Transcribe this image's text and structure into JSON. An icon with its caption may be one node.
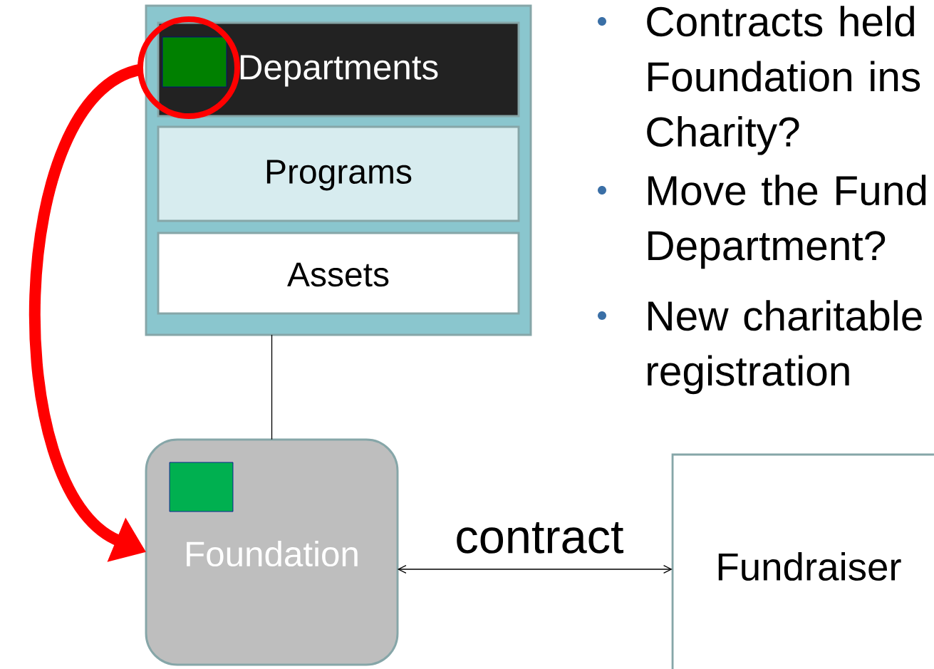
{
  "diagram": {
    "nodes": [
      {
        "text": [],
        "shape": "box"
      },
      {
        "text": [
          "Departments"
        ],
        "in": 0
      },
      {
        "text": [
          "Programs"
        ],
        "in": 0
      },
      {
        "text": [
          "Assets"
        ],
        "in": 0
      },
      {
        "text": [
          "Foundation"
        ]
      },
      {
        "text": [
          "Fundraiser"
        ]
      }
    ],
    "edges": [
      {
        "from": 0,
        "to": 4,
        "arrow": "none"
      },
      {
        "from": 4,
        "to": 5,
        "arrow": "both",
        "label": "contract"
      },
      {
        "from": 1,
        "to": 4,
        "arrow": "to",
        "style": "thick",
        "color": "#ff0000"
      }
    ],
    "labels": [
      "Contracts held Foundation ins Charity?",
      "Move the Fund Department?",
      "New charitable registration"
    ]
  }
}
